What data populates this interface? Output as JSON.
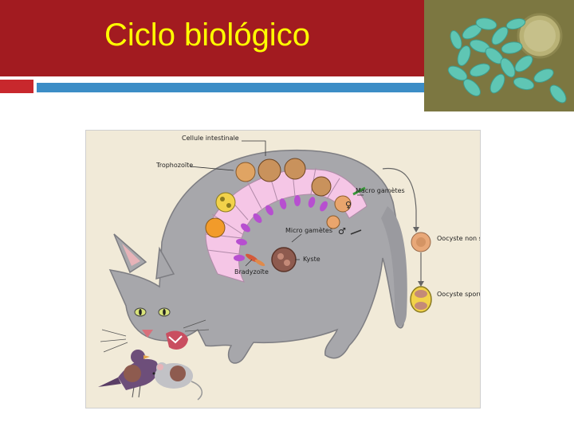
{
  "slide": {
    "title": "Ciclo biológico"
  },
  "photo": {
    "icon": "oocyst-micrograph-icon"
  },
  "diagram": {
    "labels": {
      "cellule": "Cellule intestinale",
      "trophozoite": "Trophozoïte",
      "macro": "Macro gamètes",
      "micro": "Micro gamètes",
      "kyste": "Kyste",
      "bradyzoite": "Bradyzoïte",
      "oocyste_non": "Oocyste non sporulé",
      "oocyste_spor": "Oocyste sporulé"
    },
    "symbols": {
      "female": "♀",
      "male": "♂"
    }
  },
  "colors": {
    "title_bar": "#a21b20",
    "title_text": "#ffff00",
    "accent_red": "#c8282d",
    "accent_blue": "#3c8dc6",
    "diagram_bg": "#f1ead8",
    "cat": "#a7a7ab",
    "intestine": "#f5c6e6",
    "nucleus": "#b74fd0"
  }
}
